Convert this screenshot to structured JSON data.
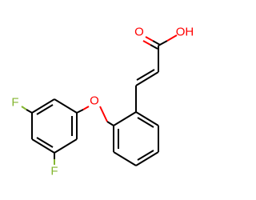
{
  "molecule": {
    "atoms": {
      "carbonyl_oxygen": "O",
      "hydroxyl": "OH",
      "ether_oxygen": "O",
      "fluorine_top": "F",
      "fluorine_bottom": "F"
    },
    "colors": {
      "bond": "#000000",
      "oxygen": "#ff0000",
      "fluorine": "#84b631"
    }
  }
}
